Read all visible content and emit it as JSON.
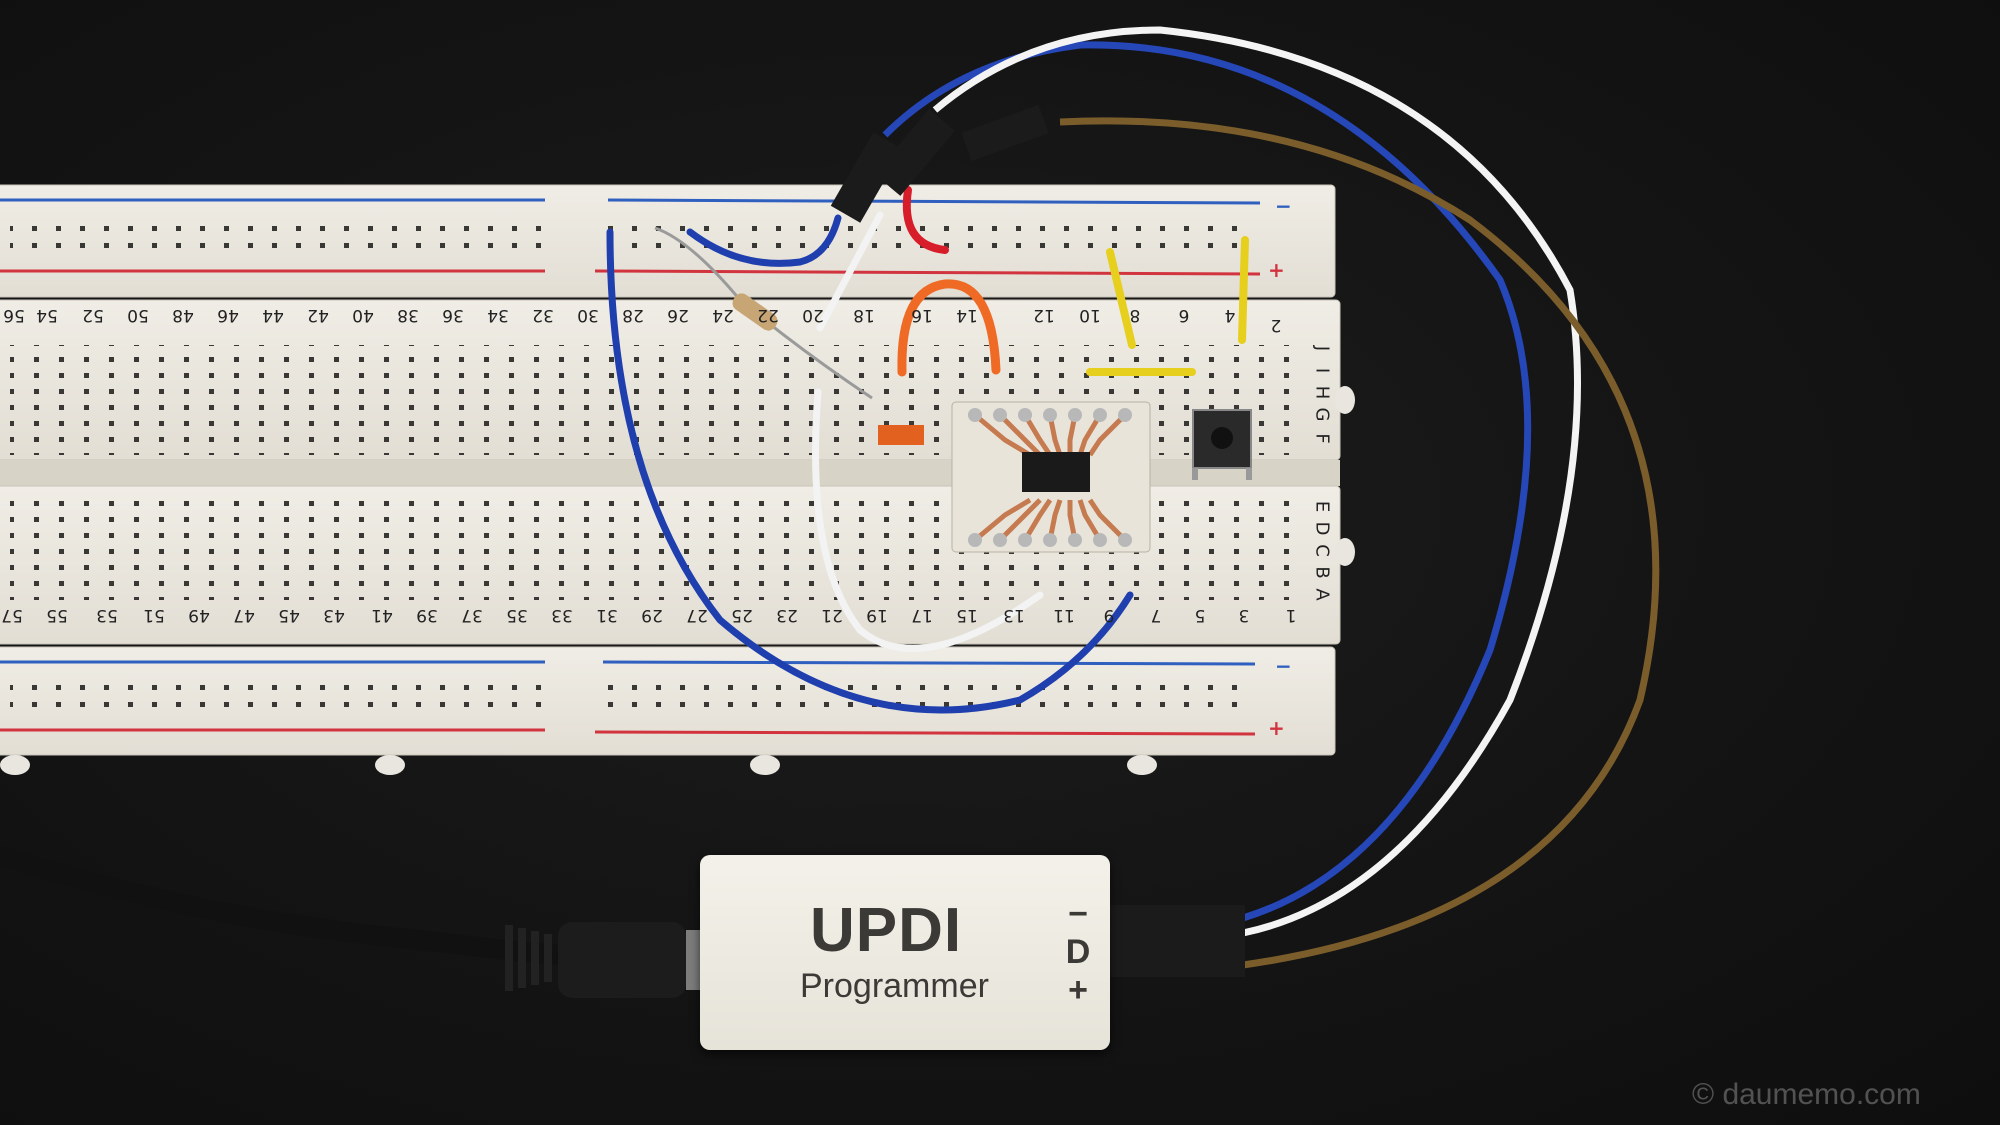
{
  "photo": {
    "subject": "breadboard-with-updi-programmer",
    "breadboard": {
      "row_numbers_top": [
        "56",
        "54",
        "52",
        "50",
        "48",
        "46",
        "44",
        "42",
        "40",
        "38",
        "36",
        "34",
        "32",
        "30",
        "28",
        "26",
        "24",
        "22",
        "20",
        "18",
        "16",
        "14",
        "12",
        "10",
        "8",
        "6",
        "4",
        "2"
      ],
      "row_numbers_bottom": [
        "57",
        "55",
        "53",
        "51",
        "49",
        "47",
        "45",
        "43",
        "41",
        "39",
        "37",
        "35",
        "33",
        "31",
        "29",
        "27",
        "25",
        "23",
        "21",
        "19",
        "17",
        "15",
        "13",
        "11",
        "9",
        "7",
        "5",
        "3",
        "1"
      ],
      "letters_top": [
        "J",
        "I",
        "H",
        "G",
        "F"
      ],
      "letters_bottom": [
        "E",
        "D",
        "C",
        "B",
        "A"
      ],
      "rail_minus": "−",
      "rail_plus": "+"
    },
    "programmer": {
      "title": "UPDI",
      "subtitle": "Programmer",
      "pin_minus": "−",
      "pin_d": "D",
      "pin_plus": "+"
    },
    "watermark": "© daumemo.com"
  }
}
